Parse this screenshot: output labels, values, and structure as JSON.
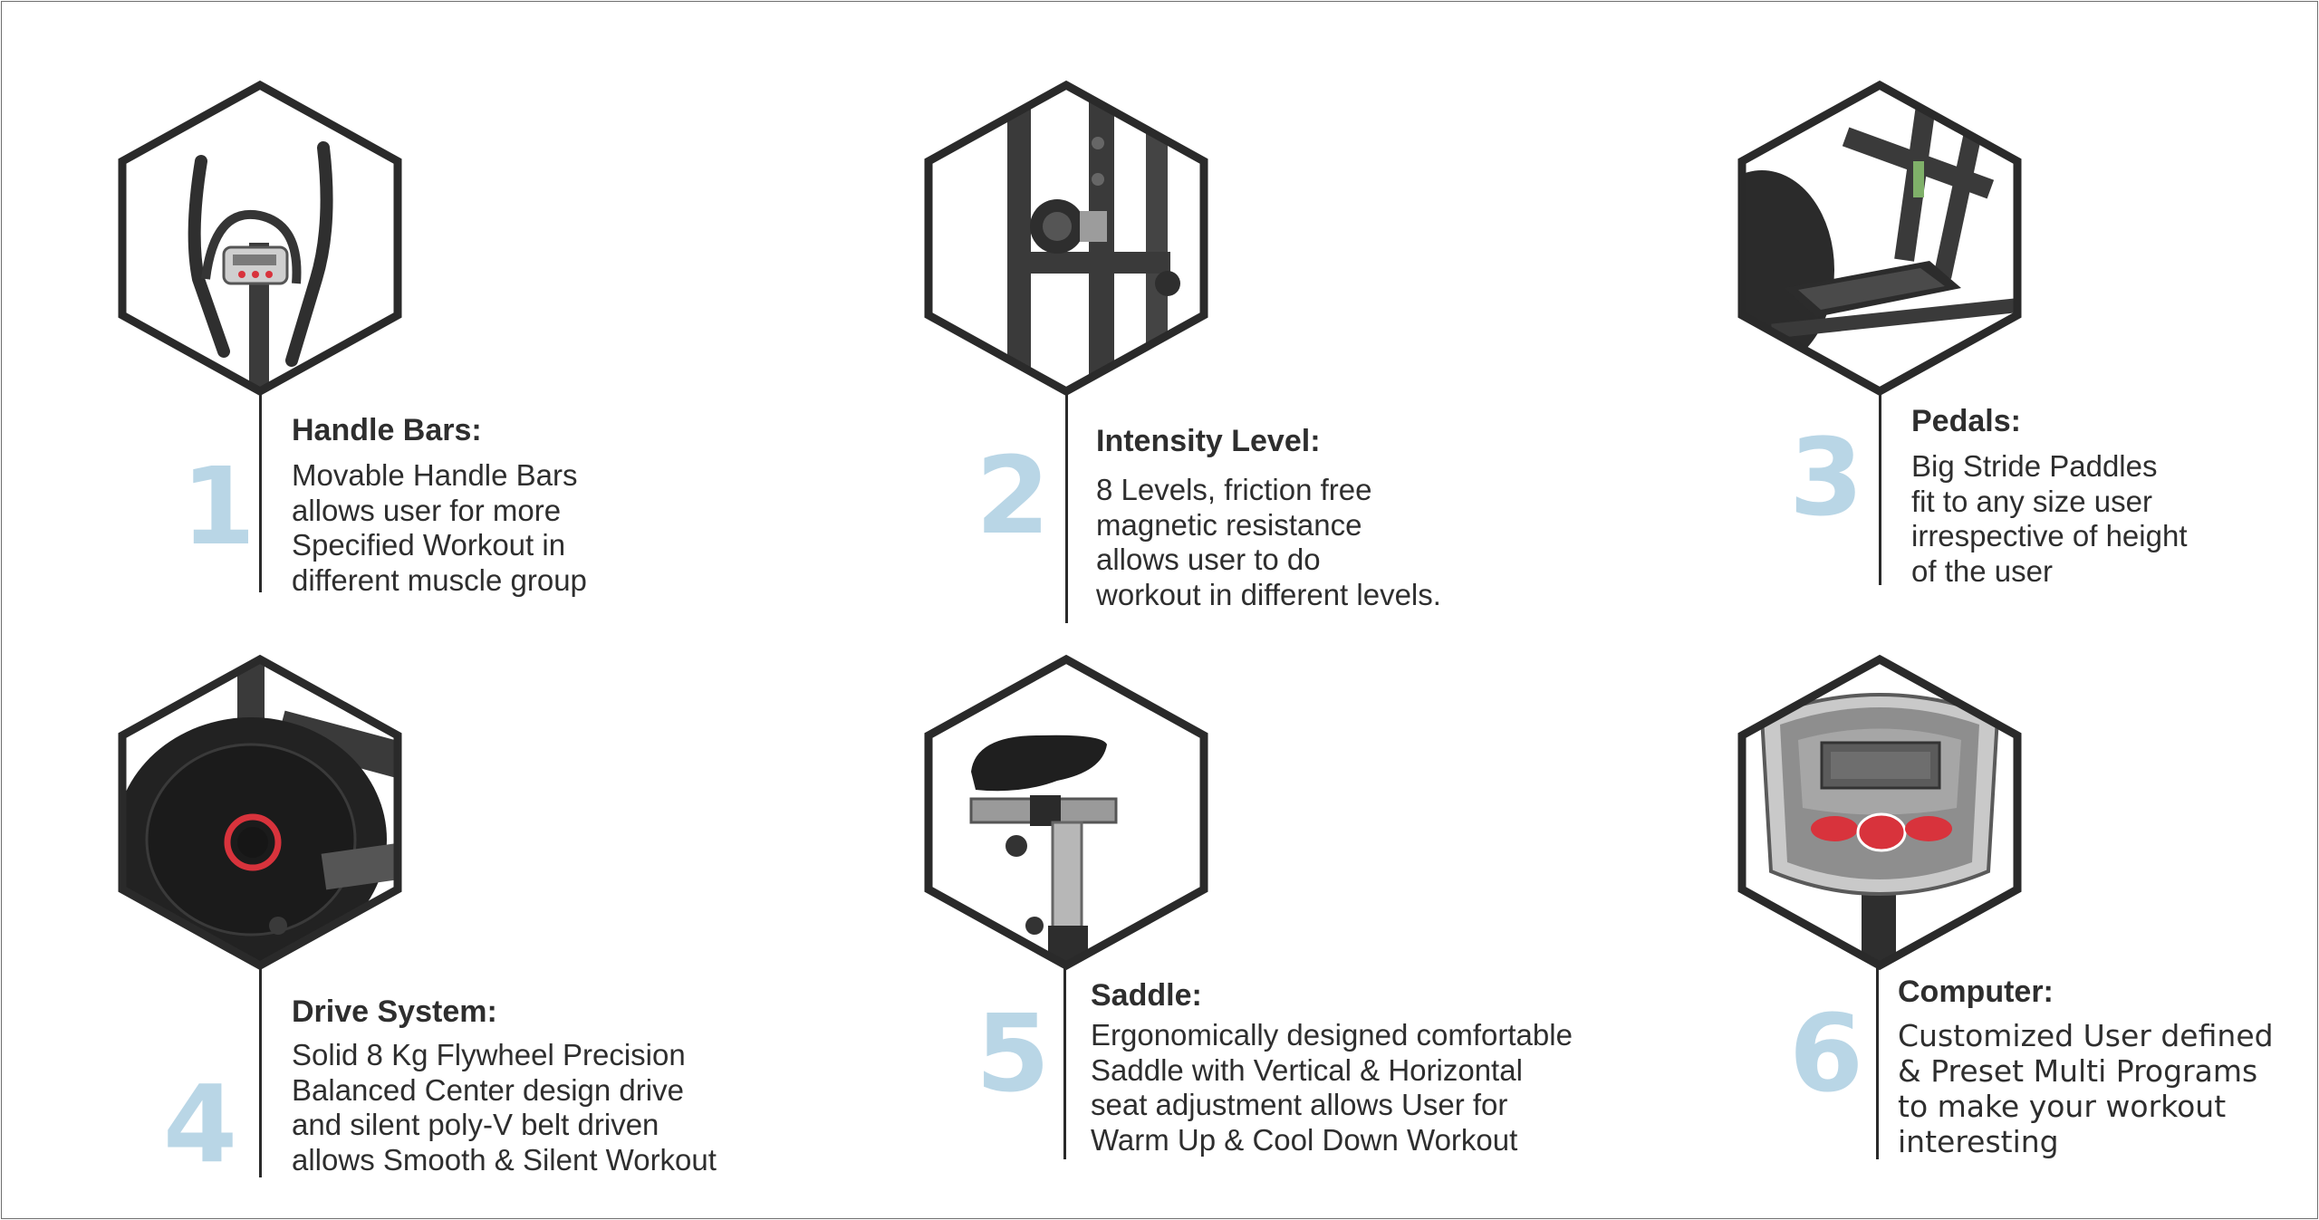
{
  "features": [
    {
      "number": "1",
      "title": "Handle Bars:",
      "lines": [
        "Movable Handle Bars",
        "allows user for more",
        "Specified Workout in",
        "different muscle group"
      ],
      "photo_icon": "handle-bars-photo"
    },
    {
      "number": "2",
      "title": "Intensity Level:",
      "lines": [
        "8 Levels, friction free",
        "magnetic resistance",
        "allows user to do",
        "workout in different levels."
      ],
      "photo_icon": "resistance-knob-photo"
    },
    {
      "number": "3",
      "title": "Pedals:",
      "lines": [
        "Big Stride Paddles",
        "fit to any size user",
        "irrespective of height",
        "of the user"
      ],
      "photo_icon": "pedal-photo"
    },
    {
      "number": "4",
      "title": "Drive System:",
      "lines": [
        "Solid 8 Kg Flywheel Precision",
        "Balanced Center design drive",
        "and  silent poly-V belt driven",
        "allows Smooth & Silent Workout"
      ],
      "photo_icon": "flywheel-photo"
    },
    {
      "number": "5",
      "title": "Saddle:",
      "lines": [
        "Ergonomically designed comfortable",
        "Saddle  with Vertical & Horizontal",
        "seat adjustment allows User for",
        "Warm Up & Cool Down Workout"
      ],
      "photo_icon": "saddle-photo"
    },
    {
      "number": "6",
      "title": "Computer:",
      "lines": [
        "Customized User defined",
        "& Preset Multi Programs",
        "to make your workout",
        "interesting"
      ],
      "photo_icon": "console-photo"
    }
  ],
  "colors": {
    "number_accent": "#b9d6e6",
    "hex_outline": "#2a2a2a",
    "console_button_red": "#d8333c"
  }
}
